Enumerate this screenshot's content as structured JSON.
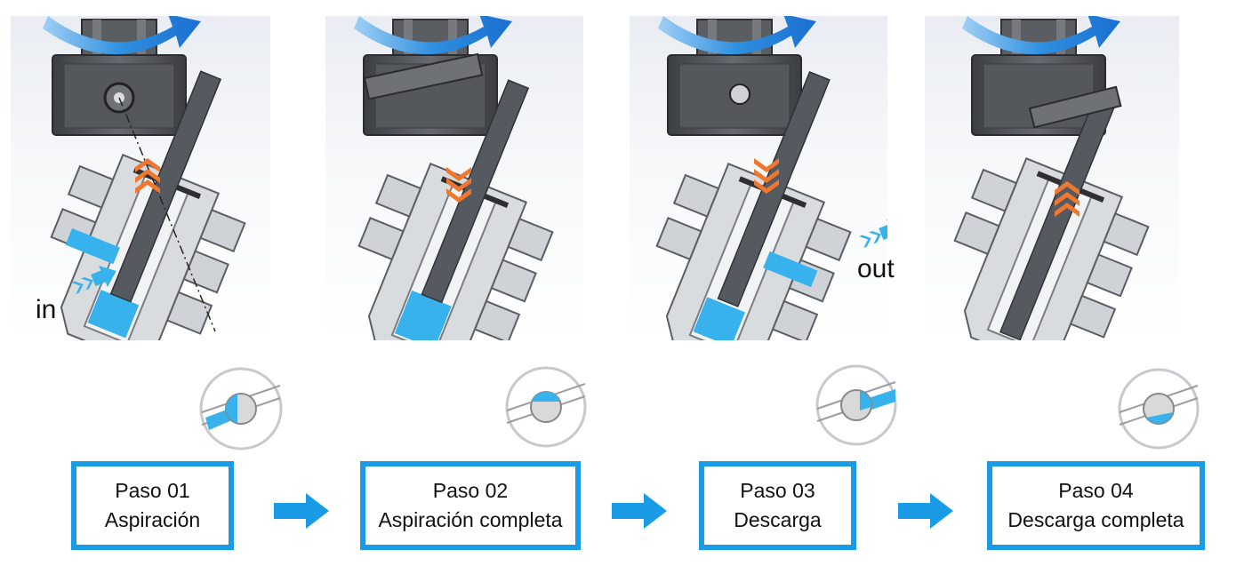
{
  "colors": {
    "accent_blue": "#1a9be6",
    "fluid_blue": "#38b2ec",
    "rotation_arrow_blue": "#2f8fe0",
    "motion_arrow_orange": "#f0772e",
    "rod_gray": "#555a60",
    "housing_gray": "#4a4d52"
  },
  "labels": {
    "inlet": "in",
    "outlet": "out"
  },
  "steps": [
    {
      "number": "Paso 01",
      "name": "Aspiración"
    },
    {
      "number": "Paso 02",
      "name": "Aspiración completa"
    },
    {
      "number": "Paso 03",
      "name": "Descarga"
    },
    {
      "number": "Paso 04",
      "name": "Descarga completa"
    }
  ],
  "icons": [
    "rotation-arrow-icon",
    "piston-up-chevrons-icon",
    "piston-down-chevrons-icon",
    "flow-chevrons-icon",
    "next-step-arrow-icon"
  ]
}
